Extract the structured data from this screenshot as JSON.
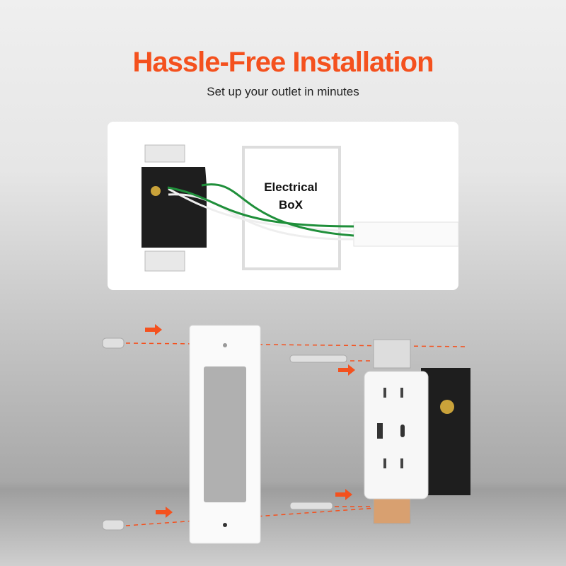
{
  "header": {
    "title": "Hassle-Free Installation",
    "subtitle": "Set up your outlet in minutes"
  },
  "diagram": {
    "box_label_line1": "Electrical",
    "box_label_line2": "BoX"
  },
  "colors": {
    "accent": "#f4511e",
    "wire_green": "#1f8f3a"
  }
}
